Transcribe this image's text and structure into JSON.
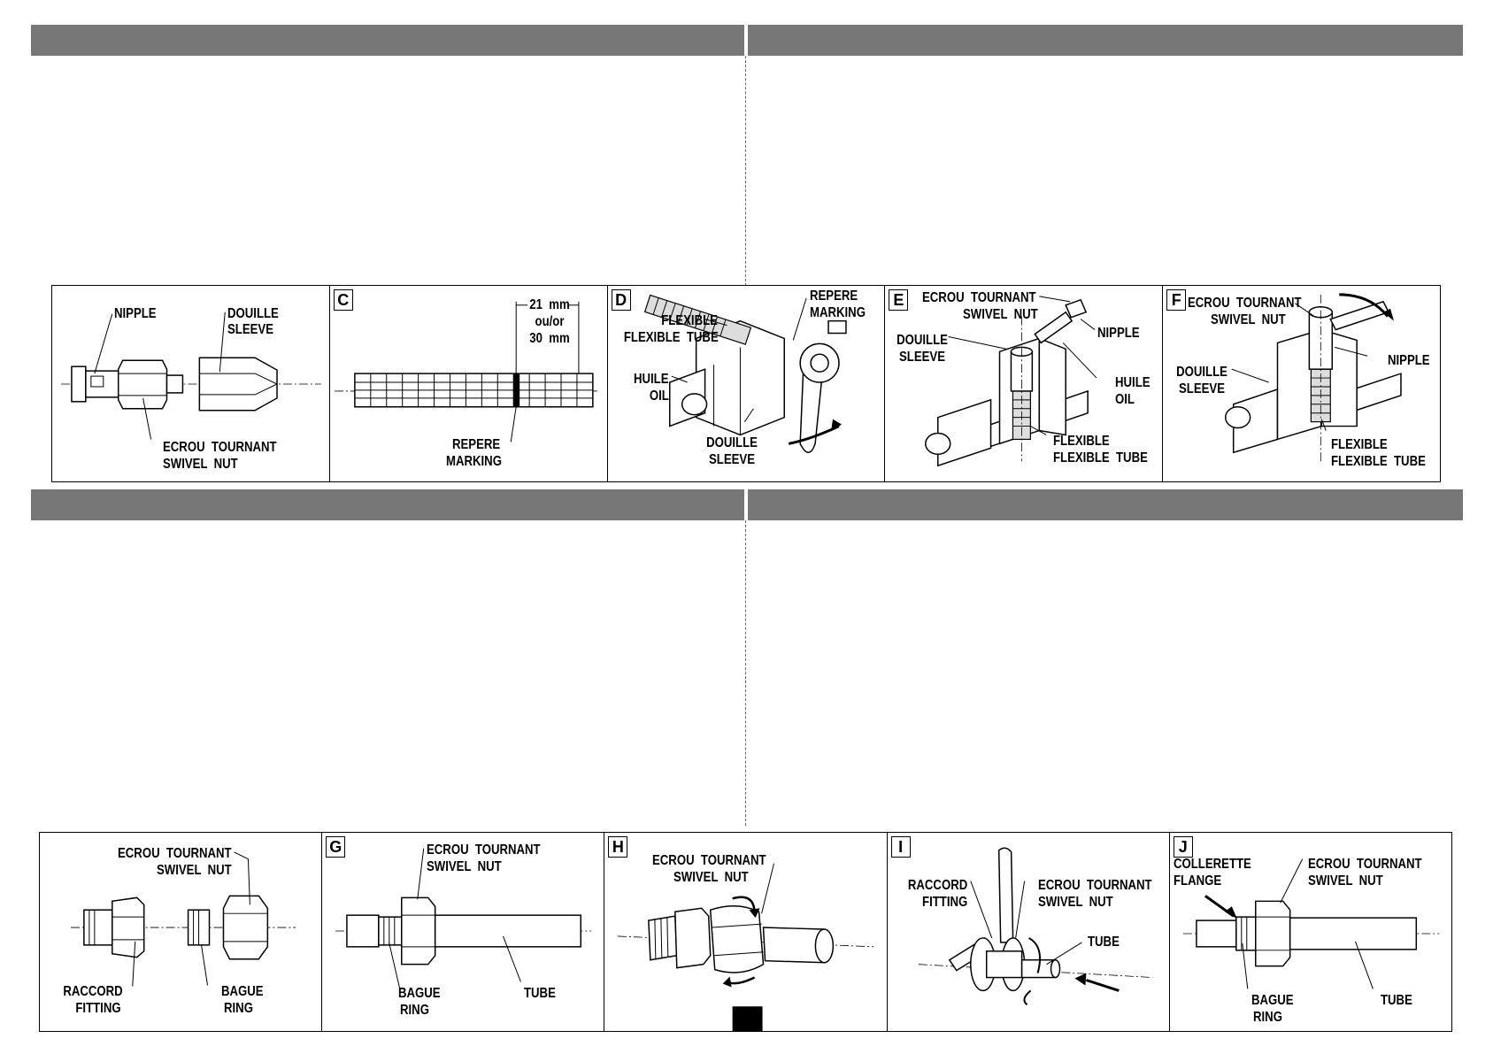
{
  "row1": {
    "a": {
      "nipple": "NIPPLE",
      "douille": "DOUILLE",
      "sleeve": "SLEEVE",
      "ecrou": "ECROU  TOURNANT",
      "swivel": "SWIVEL  NUT"
    },
    "c": {
      "tag": "C",
      "dim1": "21  mm",
      "dim2": "ou/or",
      "dim3": "30  mm",
      "repere": "REPERE",
      "marking": "MARKING"
    },
    "d": {
      "tag": "D",
      "flexible": "FLEXIBLE",
      "flexible_tube": "FLEXIBLE  TUBE",
      "repere": "REPERE",
      "marking": "MARKING",
      "huile": "HUILE",
      "oil": "OIL",
      "douille": "DOUILLE",
      "sleeve": "SLEEVE"
    },
    "e": {
      "tag": "E",
      "ecrou": "ECROU  TOURNANT",
      "swivel": "SWIVEL  NUT",
      "douille": "DOUILLE",
      "sleeve": "SLEEVE",
      "nipple": "NIPPLE",
      "huile": "HUILE",
      "oil": "OIL",
      "flexible": "FLEXIBLE",
      "flexible_tube": "FLEXIBLE  TUBE"
    },
    "f": {
      "tag": "F",
      "ecrou": "ECROU  TOURNANT",
      "swivel": "SWIVEL  NUT",
      "douille": "DOUILLE",
      "sleeve": "SLEEVE",
      "nipple": "NIPPLE",
      "flexible": "FLEXIBLE",
      "flexible_tube": "FLEXIBLE  TUBE"
    }
  },
  "row2": {
    "a": {
      "ecrou": "ECROU  TOURNANT",
      "swivel": "SWIVEL  NUT",
      "raccord": "RACCORD",
      "fitting": "FITTING",
      "bague": "BAGUE",
      "ring": "RING"
    },
    "g": {
      "tag": "G",
      "ecrou": "ECROU  TOURNANT",
      "swivel": "SWIVEL  NUT",
      "bague": "BAGUE",
      "ring": "RING",
      "tube": "TUBE"
    },
    "h": {
      "tag": "H",
      "ecrou": "ECROU  TOURNANT",
      "swivel": "SWIVEL  NUT"
    },
    "i": {
      "tag": "I",
      "raccord": "RACCORD",
      "fitting": "FITTING",
      "ecrou": "ECROU  TOURNANT",
      "swivel": "SWIVEL  NUT",
      "tube": "TUBE"
    },
    "j": {
      "tag": "J",
      "collerette": "COLLERETTE",
      "flange": "FLANGE",
      "ecrou": "ECROU  TOURNANT",
      "swivel": "SWIVEL  NUT",
      "bague": "BAGUE",
      "ring": "RING",
      "tube": "TUBE"
    }
  }
}
